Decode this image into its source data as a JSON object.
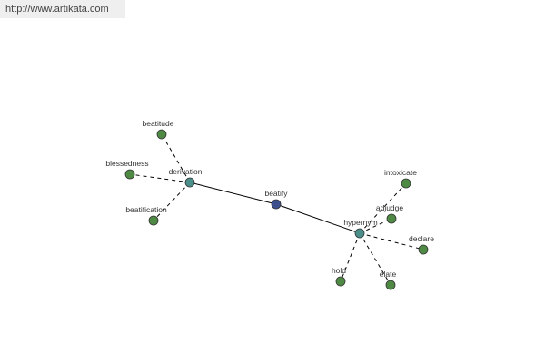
{
  "site": {
    "url_text": "http://www.artikata.com"
  },
  "colors": {
    "center": "#3d4f8c",
    "relation": "#4a8f8a",
    "leaf": "#4f8a45"
  },
  "graph": {
    "nodes": [
      {
        "id": "beatify",
        "label": "beatify",
        "kind": "center"
      },
      {
        "id": "derivation",
        "label": "derivation",
        "kind": "relation"
      },
      {
        "id": "hypernym",
        "label": "hypernym",
        "kind": "relation"
      },
      {
        "id": "beatitude",
        "label": "beatitude",
        "kind": "leaf"
      },
      {
        "id": "blessedness",
        "label": "blessedness",
        "kind": "leaf"
      },
      {
        "id": "beatification",
        "label": "beatification",
        "kind": "leaf"
      },
      {
        "id": "intoxicate",
        "label": "intoxicate",
        "kind": "leaf"
      },
      {
        "id": "adjudge",
        "label": "adjudge",
        "kind": "leaf"
      },
      {
        "id": "declare",
        "label": "declare",
        "kind": "leaf"
      },
      {
        "id": "hold",
        "label": "hold",
        "kind": "leaf"
      },
      {
        "id": "elate",
        "label": "elate",
        "kind": "leaf"
      }
    ],
    "edges": [
      {
        "from": "beatify",
        "to": "derivation",
        "style": "solid"
      },
      {
        "from": "beatify",
        "to": "hypernym",
        "style": "solid"
      },
      {
        "from": "derivation",
        "to": "beatitude",
        "style": "dashed"
      },
      {
        "from": "derivation",
        "to": "blessedness",
        "style": "dashed"
      },
      {
        "from": "derivation",
        "to": "beatification",
        "style": "dashed"
      },
      {
        "from": "hypernym",
        "to": "intoxicate",
        "style": "dashed"
      },
      {
        "from": "hypernym",
        "to": "adjudge",
        "style": "dashed"
      },
      {
        "from": "hypernym",
        "to": "declare",
        "style": "dashed"
      },
      {
        "from": "hypernym",
        "to": "hold",
        "style": "dashed"
      },
      {
        "from": "hypernym",
        "to": "elate",
        "style": "dashed"
      }
    ]
  }
}
